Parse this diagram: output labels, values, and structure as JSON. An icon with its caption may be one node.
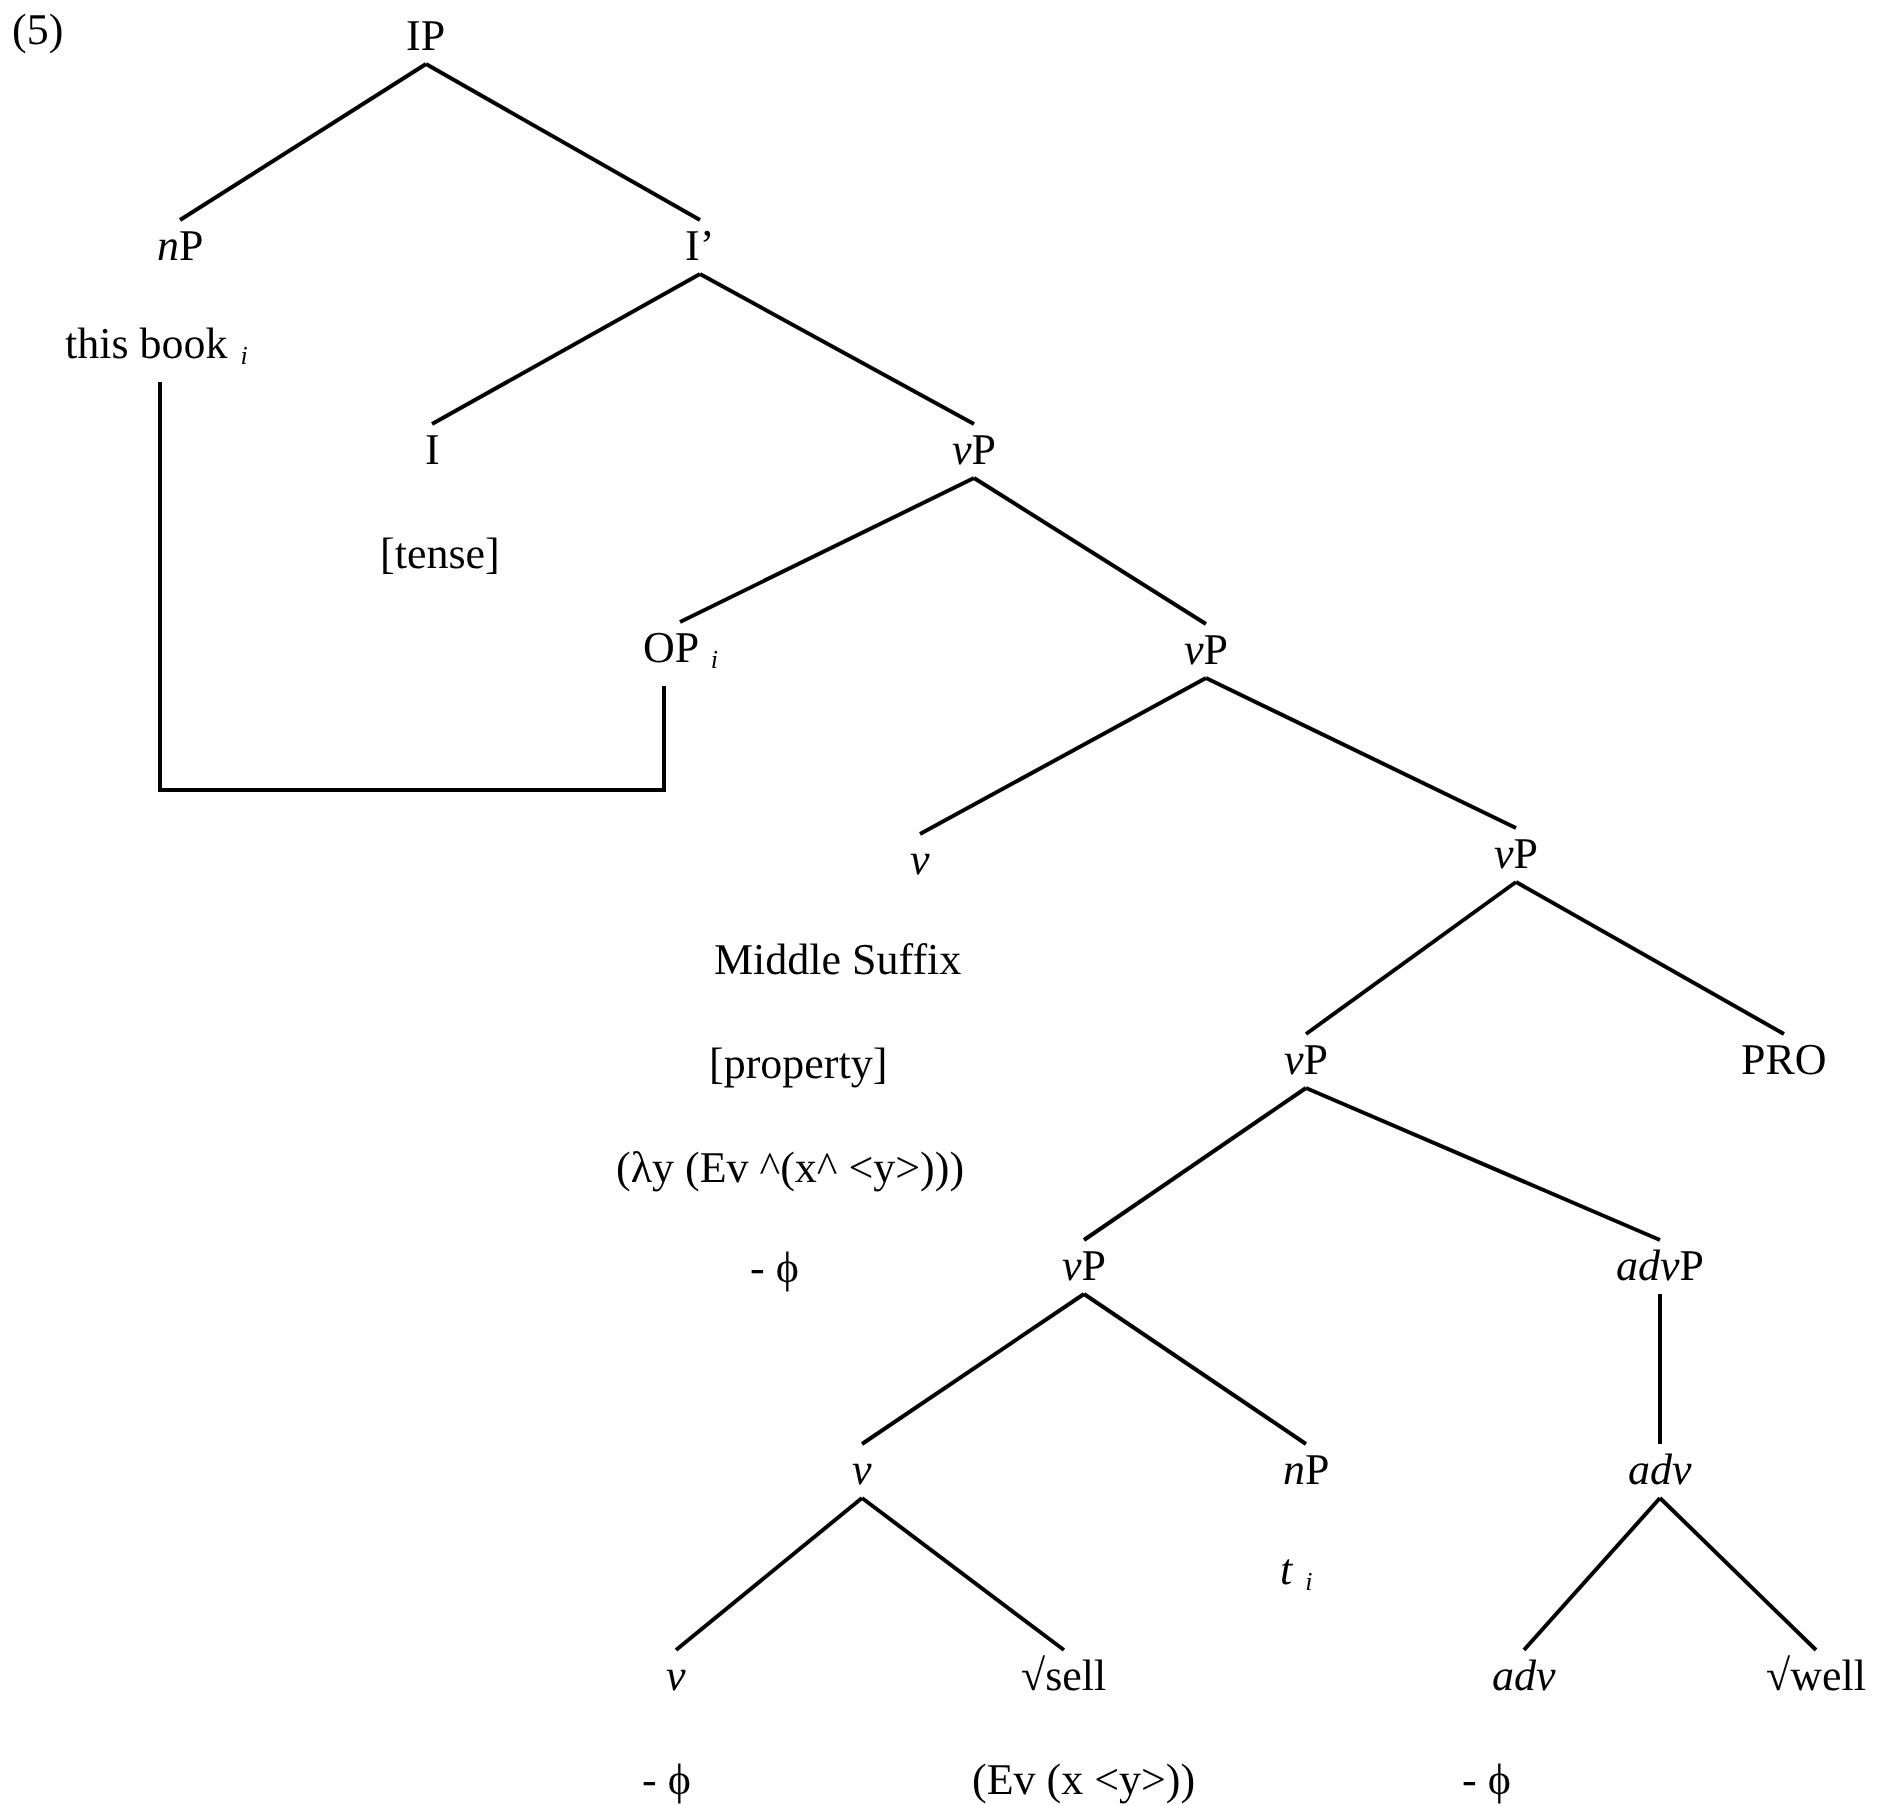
{
  "diagram": {
    "nodes": [
      {
        "text": [
          "IP"
        ]
      },
      {
        "text": [
          "nP",
          "this book $_{i}$"
        ]
      },
      {
        "text": [
          "I’"
        ]
      },
      {
        "text": [
          "I",
          "[tense]"
        ]
      },
      {
        "text": [
          "vP"
        ]
      },
      {
        "text": [
          "OP $_{i}$"
        ]
      },
      {
        "text": [
          "vP"
        ]
      },
      {
        "text": [
          "v",
          "Middle Suffix",
          "[property]",
          "(λy (Ev ^(x^ <y>)))",
          "- ϕ"
        ]
      },
      {
        "text": [
          "vP"
        ]
      },
      {
        "text": [
          "vP"
        ]
      },
      {
        "text": [
          "PRO"
        ]
      },
      {
        "text": [
          "vP"
        ]
      },
      {
        "text": [
          "advP"
        ]
      },
      {
        "text": [
          "v"
        ]
      },
      {
        "text": [
          "nP",
          "*t* $_{i}$"
        ]
      },
      {
        "text": [
          "adv"
        ]
      },
      {
        "text": [
          "v",
          "- ϕ"
        ]
      },
      {
        "text": [
          "√sell",
          "(Ev (x <y>))"
        ]
      },
      {
        "text": [
          "adv",
          "- ϕ"
        ]
      },
      {
        "text": [
          "√well"
        ]
      }
    ],
    "edges": [
      {
        "from": 0,
        "to": 1,
        "arrow": "none"
      },
      {
        "from": 0,
        "to": 2,
        "arrow": "none"
      },
      {
        "from": 2,
        "to": 3,
        "arrow": "none"
      },
      {
        "from": 2,
        "to": 4,
        "arrow": "none"
      },
      {
        "from": 4,
        "to": 5,
        "arrow": "none"
      },
      {
        "from": 4,
        "to": 6,
        "arrow": "none"
      },
      {
        "from": 6,
        "to": 7,
        "arrow": "none"
      },
      {
        "from": 6,
        "to": 8,
        "arrow": "none"
      },
      {
        "from": 8,
        "to": 9,
        "arrow": "none"
      },
      {
        "from": 8,
        "to": 10,
        "arrow": "none"
      },
      {
        "from": 9,
        "to": 11,
        "arrow": "none"
      },
      {
        "from": 9,
        "to": 12,
        "arrow": "none"
      },
      {
        "from": 11,
        "to": 13,
        "arrow": "none"
      },
      {
        "from": 11,
        "to": 14,
        "arrow": "none"
      },
      {
        "from": 12,
        "to": 15,
        "arrow": "none"
      },
      {
        "from": 13,
        "to": 16,
        "arrow": "none"
      },
      {
        "from": 13,
        "to": 17,
        "arrow": "none"
      },
      {
        "from": 15,
        "to": 18,
        "arrow": "none"
      },
      {
        "from": 15,
        "to": 19,
        "arrow": "none"
      },
      {
        "from": 1,
        "to": 5,
        "arrow": "none"
      }
    ],
    "labels": [
      "(5)"
    ]
  }
}
